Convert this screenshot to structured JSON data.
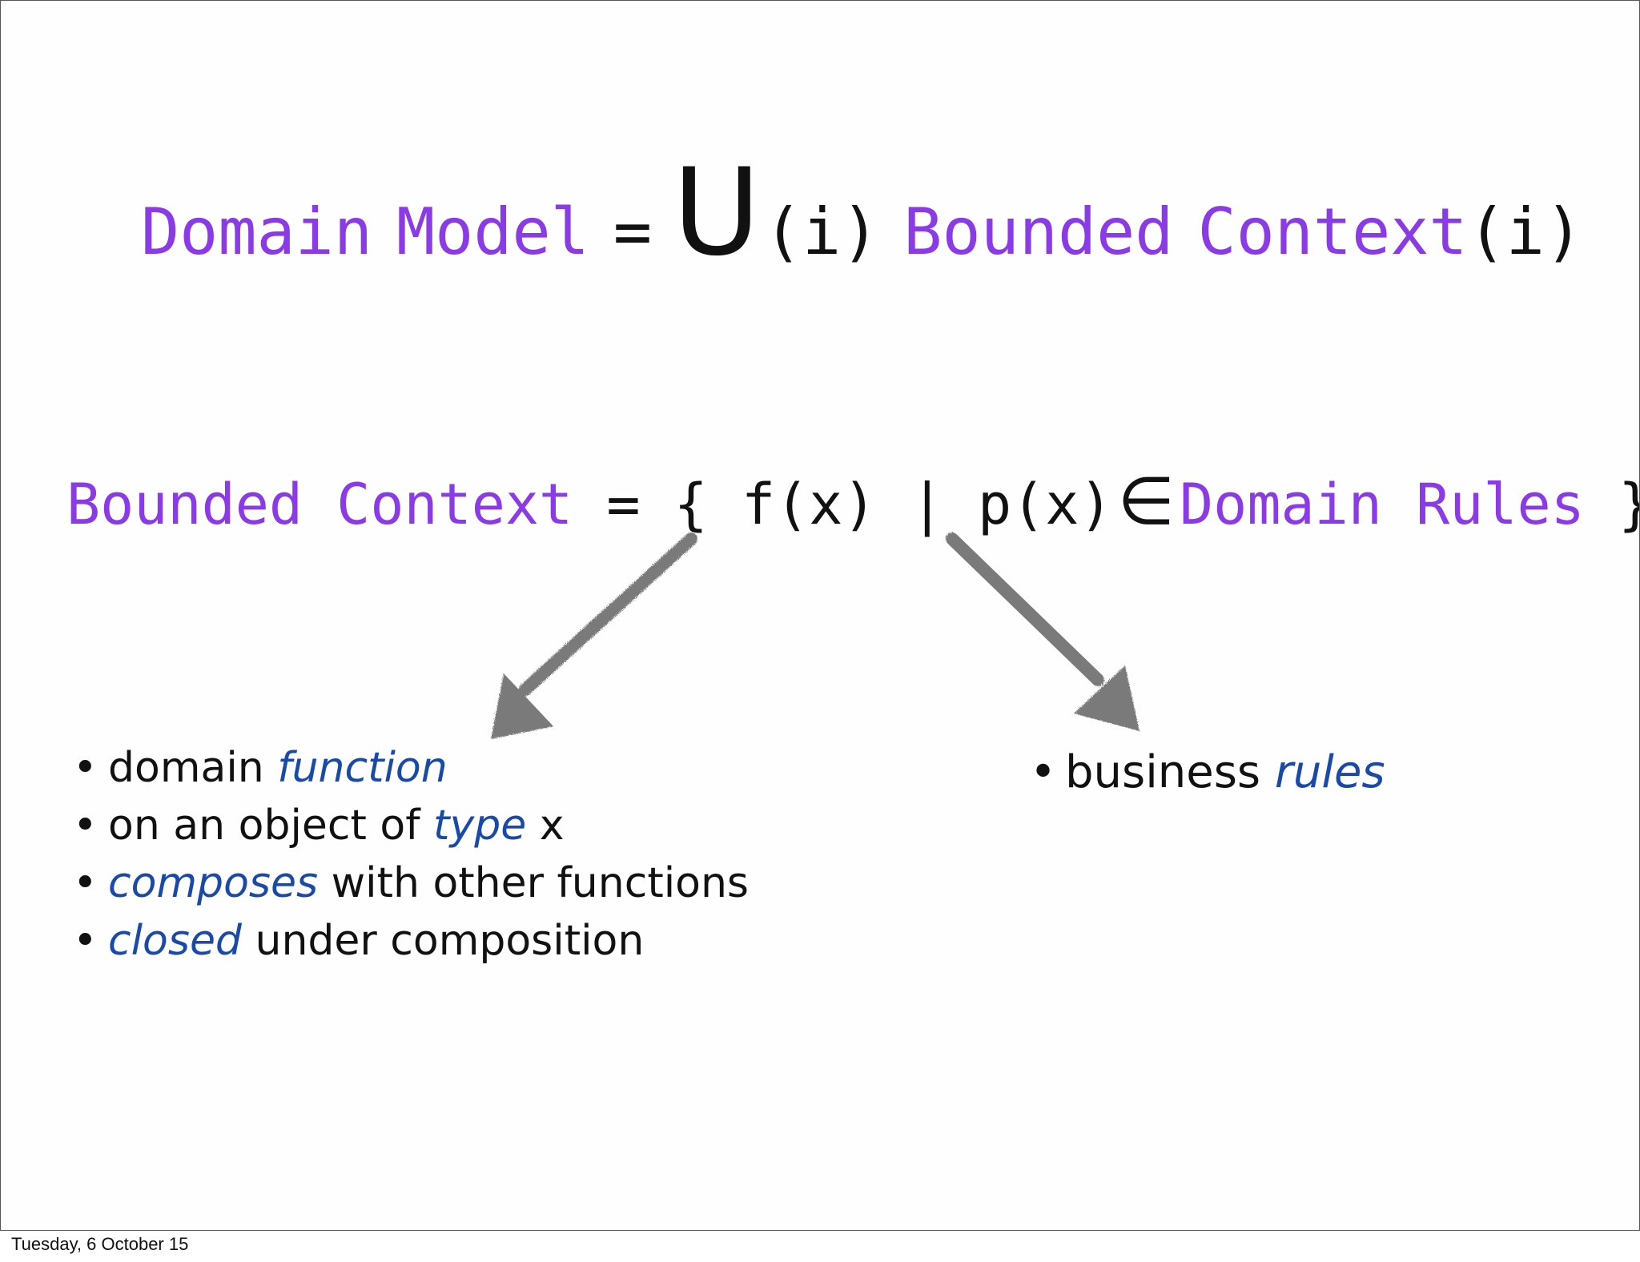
{
  "equation1": {
    "lhs_word1": "Domain",
    "lhs_word2": "Model",
    "equals": "=",
    "union_symbol": "U",
    "index_open": "(i)",
    "rhs_word1": "Bounded",
    "rhs_word2": "Context",
    "index_close": "(i)"
  },
  "equation2": {
    "lhs_word1": "Bounded",
    "lhs_word2": "Context",
    "equals": "=",
    "brace_open": "{",
    "function": "f(x)",
    "separator": "|",
    "predicate": "p(x)",
    "element_of": "∈",
    "rhs_word1": "Domain",
    "rhs_word2": "Rules",
    "brace_close": "}"
  },
  "left_bullets": [
    {
      "before": "domain ",
      "emph": "function",
      "after": ""
    },
    {
      "before": "on an object of ",
      "emph": "type",
      "after": " x"
    },
    {
      "before": "",
      "emph": "composes",
      "after": " with other functions"
    },
    {
      "before": "",
      "emph": "closed",
      "after": " under composition"
    }
  ],
  "right_bullets": [
    {
      "before": "business ",
      "emph": "rules",
      "after": ""
    }
  ],
  "footer": {
    "date": "Tuesday, 6 October 15"
  },
  "colors": {
    "term": "#8a3be6",
    "emphasis": "#1a4aa8",
    "text": "#111111",
    "arrow": "#7a7a7a"
  },
  "icons": {
    "left_arrow": "arrow-down-left-icon",
    "right_arrow": "arrow-down-right-icon"
  }
}
